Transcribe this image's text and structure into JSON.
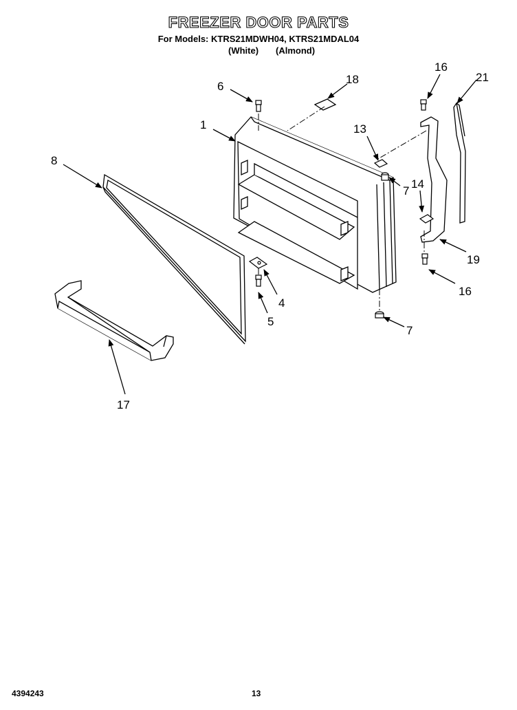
{
  "header": {
    "title": "FREEZER DOOR PARTS",
    "models_line": "For Models: KTRS21MDWH04, KTRS21MDAL04",
    "color_white": "(White)",
    "color_almond": "(Almond)"
  },
  "callouts": {
    "c1": "1",
    "c4": "4",
    "c5": "5",
    "c6": "6",
    "c7a": "7",
    "c7b": "7",
    "c8": "8",
    "c13": "13",
    "c14": "14",
    "c16a": "16",
    "c16b": "16",
    "c17": "17",
    "c18": "18",
    "c19": "19",
    "c21": "21"
  },
  "footer": {
    "doc_number": "4394243",
    "page_number": "13"
  }
}
